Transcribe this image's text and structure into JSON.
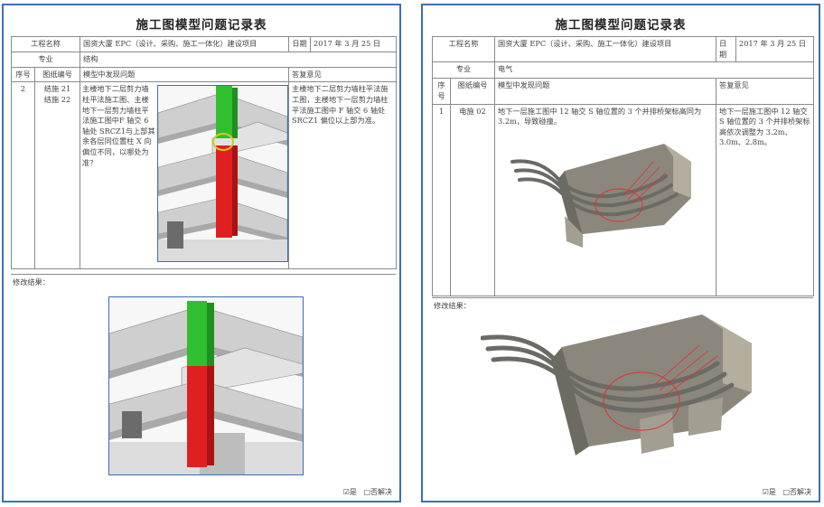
{
  "left": {
    "title": "施工图模型问题记录表",
    "project_label": "工程名称",
    "project_value": "国资大厦 EPC（设计、采购、施工一体化）建设项目",
    "date_label": "日期",
    "date_value": "2017 年 3 月 25 日",
    "specialty_label": "专业",
    "specialty_value": "结构",
    "headers": {
      "no": "序号",
      "drawing": "图纸编号",
      "issue": "模型中发现问题",
      "reply": "答复意见"
    },
    "row": {
      "no": "2",
      "drawing": "结施 21\n结施 22",
      "issue": "主楼地下二层剪力墙柱平法施工图、主楼地下一层剪力墙柱平法施工图中F 轴交 6 轴处 SRCZ1与上部其余各层同位置柱 X 向偏位不同，以哪处为准？",
      "reply": "主楼地下二层剪力墙柱平法施工图，主楼地下一层剪力墙柱平法施工图中 F 轴交 6 轴处 SRCZ1 偏位以上部为准。"
    },
    "result_label": "修改结果：",
    "check_yes": "☑是",
    "check_no": "□否解决"
  },
  "right": {
    "title": "施工图模型问题记录表",
    "project_label": "工程名称",
    "project_value": "国资大厦 EPC（设计、采购、施工一体化）建设项目",
    "date_label": "日\n期",
    "date_value": "2017 年 3 月 25 日",
    "specialty_label": "专业",
    "specialty_value": "电气",
    "headers": {
      "no": "序\n号",
      "drawing": "图纸编号",
      "issue": "模型中发现问题",
      "reply": "答复意见"
    },
    "row": {
      "no": "1",
      "drawing": "电施 02",
      "issue": "地下一层施工图中 12 轴交 S 轴位置的 3 个并排桥架标高同为 3.2m，导致碰撞。",
      "reply": "地下一层施工图中 12 轴交 S 轴位置的 3 个并排桥架标高依次调整为 3.2m、3.0m、2.8m。"
    },
    "result_label": "修改结果：",
    "check_yes": "☑是",
    "check_no": "□否解决"
  },
  "colors": {
    "frame_blue": "#3d6fb4",
    "column_green": "#2fbf2f",
    "column_red": "#e02020",
    "slab_gray": "#cfcfcf",
    "concrete": "#9a9488",
    "cable_tray": "#7a7a74",
    "clash_circle": "#e03030",
    "highlight_ring": "#d7c81e"
  }
}
